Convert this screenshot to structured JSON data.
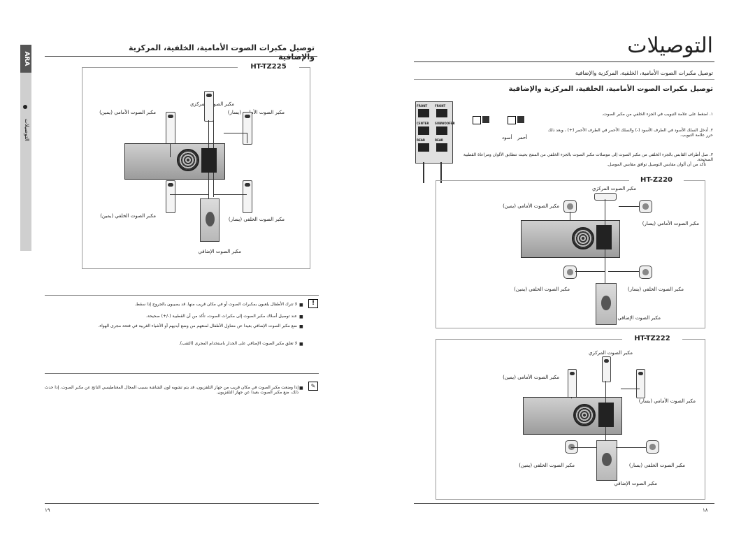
{
  "right_page": {
    "main_title": "التوصيلات",
    "subtitle": "توصيل مكبرات الصوت الأمامية، الخلفية، المركزية والإضافية",
    "section_title": "توصيل مكبرات الصوت الأمامية، الخلفية، المركزية والإضافية",
    "steps": [
      "١. اضغط على علامة التبويب في الجزء الخلفي من مكبر الصوت.",
      "٢. أدخل السلك الأسود في الطرف الأسود (-) والسلك الأحمر في الطرف الأحمر (+) ، وبعد ذلك حرر علامة التبويب.",
      "٣. صل أطراف القابس بالجزء الخلفي من مكبر الصوت إلى موصلات مكبر الصوت بالجزء الخلفي من المنتج بحيث تتطابق الألوان ومراعاة القطبية الصحيحة."
    ],
    "bullet": "تأكد من أن ألوان مقابس التوصيل توافق مقابس الموصل.",
    "wire_labels": [
      "أحمر",
      "أسود"
    ],
    "terminal_labels": [
      "FRONT",
      "FRONT",
      "CENTER",
      "SUBWOOFER",
      "REAR",
      "REAR"
    ],
    "models": [
      {
        "name": "HT-Z220",
        "labels": {
          "center": "مكبر الصوت المركزي",
          "front_right": "مكبر الصوت الأمامي (يمين)",
          "front_left": "مكبر الصوت الأمامي (يسار)",
          "rear_right": "مكبر الصوت الخلفي (يمين)",
          "rear_left": "مكبر الصوت الخلفي (يسار)",
          "sub": "مكبر الصوت الإضافي"
        }
      },
      {
        "name": "HT-TZ222",
        "labels": {
          "center": "مكبر الصوت المركزي",
          "front_right": "مكبر الصوت الأمامي (يمين)",
          "front_left": "مكبر الصوت الأمامي (يسار)",
          "rear_right": "مكبر الصوت الخلفي (يمين)",
          "rear_left": "مكبر الصوت الخلفي (يسار)",
          "sub": "مكبر الصوت الإضافي"
        }
      }
    ],
    "page_number": "١٨"
  },
  "left_page": {
    "title": "توصيل مكبرات الصوت الأمامية، الخلفية، المركزية والإضافية",
    "model": {
      "name": "HT-TZ225",
      "labels": {
        "center": "مكبر الصوت المركزي",
        "front_right": "مكبر الصوت الأمامي (يمين)",
        "front_left": "مكبر الصوت الأمامي (يسار)",
        "rear_right": "مكبر الصوت الخلفي (يمين)",
        "rear_left": "مكبر الصوت الخلفي (يسار)",
        "sub": "مكبر الصوت الإضافي"
      }
    },
    "cautions": [
      "لا تترك الأطفال يلعبون بمكبرات الصوت أو في مكان قريب منها. قد يصيبون بالجروح إذا سقط.",
      "عند توصيل أسلاك مكبر الصوت إلى مكبرات الصوت، تأكد من أن القطبية (-/+) صحيحة.",
      "ضع مكبر الصوت الإضافي بعيدا عن متناول الأطفال لمنعهم من وضع أيديهم أو الأشياء الغريبة في فتحة مجرى الهواء.",
      "لا تعلق مكبر الصوت الإضافي على الجدار باستخدام المجرى (الثقب)."
    ],
    "note": "إذا وضعت مكبر الصوت في مكان قريب من جهاز التلفزيون، قد يتم تشويه لون الشاشة بسبب المجال المغناطيسي الناتج عن مكبر الصوت. إذا حدث ذلك، ضع مكبر الصوت بعيدا عن جهاز التلفزيون.",
    "side_tab": {
      "code": "ARA",
      "label": "التوصيلات"
    },
    "page_number": "١٩"
  }
}
